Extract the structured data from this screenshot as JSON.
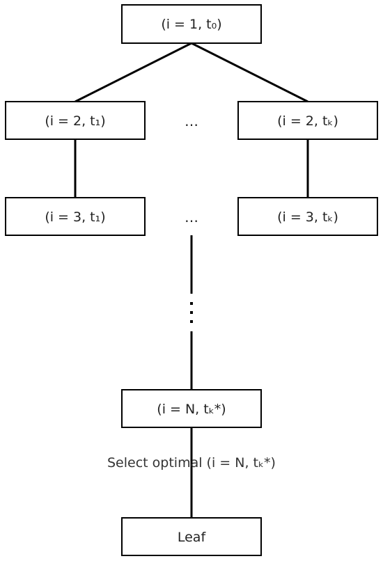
{
  "nodes": {
    "root": "(i = 1, t₀)",
    "level2_left": "(i = 2, t₁)",
    "level2_right": "(i = 2, tₖ)",
    "level3_left": "(i = 3, t₁)",
    "level3_right": "(i = 3, tₖ)",
    "final": "(i = N, tₖ*)",
    "leaf": "Leaf"
  },
  "ellipsis": {
    "level2": "…",
    "level3": "…"
  },
  "edge_label": "Select optimal (i = N, tₖ*)",
  "colors": {
    "stroke": "#000000",
    "text": "#222222",
    "background": "#ffffff"
  }
}
